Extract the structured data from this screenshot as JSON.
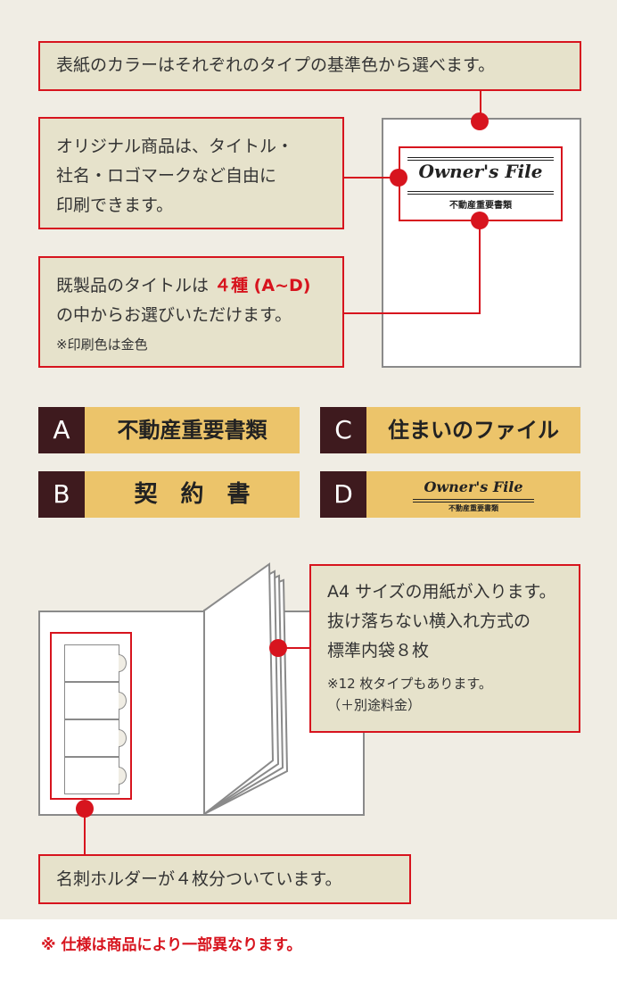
{
  "callouts": {
    "color": "表紙のカラーはそれぞれのタイプの基準色から選べます。",
    "original_line1": "オリジナル商品は、タイトル・",
    "original_line2": "社名・ロゴマークなど自由に",
    "original_line3": "印刷できます。",
    "titles_line1_a": "既製品のタイトルは",
    "titles_line1_b": "４種 (A~D)",
    "titles_line2": "の中からお選びいただけます。",
    "titles_note": "※印刷色は金色",
    "a4_line1": "A4 サイズの用紙が入ります。",
    "a4_line2": "抜け落ちない横入れ方式の",
    "a4_line3": "標準内袋８枚",
    "a4_note1": "※12 枚タイプもあります。",
    "a4_note2": "（＋別途料金）",
    "holder": "名刺ホルダーが４枚分ついています。"
  },
  "cover": {
    "title": "Owner's  File",
    "subtitle": "不動産重要書類"
  },
  "types": [
    {
      "letter": "A",
      "name": "不動産重要書類"
    },
    {
      "letter": "B",
      "name": "契　約　書"
    },
    {
      "letter": "C",
      "name": "住まいのファイル"
    },
    {
      "letter": "D",
      "name_title": "Owner's  File",
      "name_sub": "不動産重要書類"
    }
  ],
  "footnote": "※ 仕様は商品により一部異なります。",
  "colors": {
    "accent": "#d7141e",
    "panel": "#f0ede4",
    "box": "#e6e2cb",
    "gold": "#ecc46a",
    "maroon": "#3e1a1e"
  }
}
